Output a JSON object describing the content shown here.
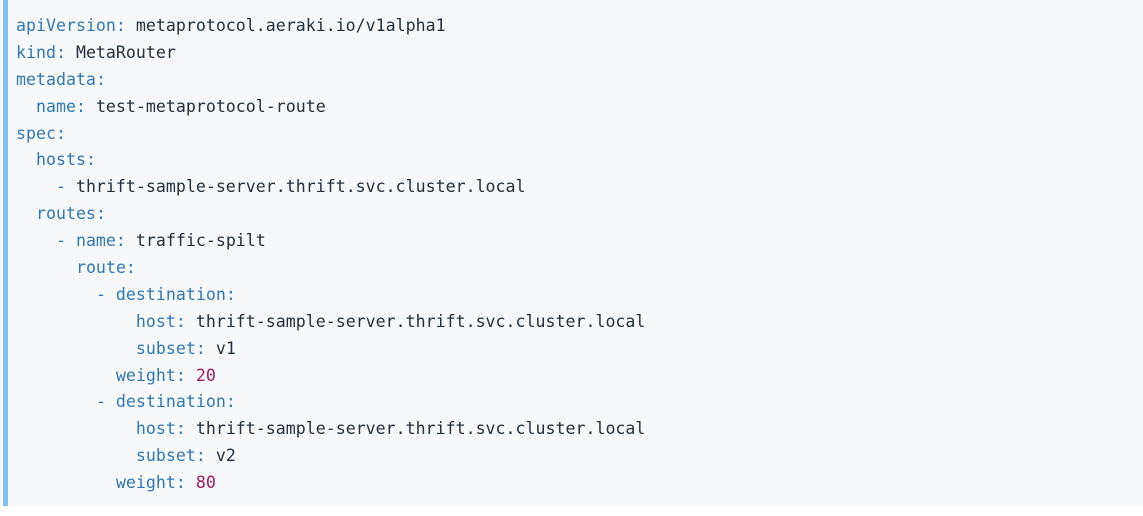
{
  "block": {
    "language": "yaml",
    "accent_color": "#80c2ef",
    "background_color": "#f6f8fa",
    "key_color": "#3178b4",
    "string_color": "#24303c",
    "number_color": "#9c2060"
  },
  "document": {
    "apiVersion": "metaprotocol.aeraki.io/v1alpha1",
    "kind": "MetaRouter",
    "metadata_name": "test-metaprotocol-route",
    "spec_hosts": [
      "thrift-sample-server.thrift.svc.cluster.local"
    ],
    "route_name": "traffic-spilt",
    "destinations": [
      {
        "host": "thrift-sample-server.thrift.svc.cluster.local",
        "subset": "v1",
        "weight": "20"
      },
      {
        "host": "thrift-sample-server.thrift.svc.cluster.local",
        "subset": "v2",
        "weight": "80"
      }
    ]
  },
  "lines": [
    {
      "id": "line-apiversion",
      "indent": "",
      "dash": "",
      "key": "apiVersion",
      "colon": ": ",
      "value": "metaprotocol.aeraki.io/v1alpha1",
      "value_kind": "string"
    },
    {
      "id": "line-kind",
      "indent": "",
      "dash": "",
      "key": "kind",
      "colon": ": ",
      "value": "MetaRouter",
      "value_kind": "string"
    },
    {
      "id": "line-metadata",
      "indent": "",
      "dash": "",
      "key": "metadata",
      "colon": ":",
      "value": "",
      "value_kind": "none"
    },
    {
      "id": "line-metadata-name",
      "indent": "  ",
      "dash": "",
      "key": "name",
      "colon": ": ",
      "value": "test-metaprotocol-route",
      "value_kind": "string"
    },
    {
      "id": "line-spec",
      "indent": "",
      "dash": "",
      "key": "spec",
      "colon": ":",
      "value": "",
      "value_kind": "none"
    },
    {
      "id": "line-hosts",
      "indent": "  ",
      "dash": "",
      "key": "hosts",
      "colon": ":",
      "value": "",
      "value_kind": "none"
    },
    {
      "id": "line-hosts-item-0",
      "indent": "    ",
      "dash": "- ",
      "key": "",
      "colon": "",
      "value": "thrift-sample-server.thrift.svc.cluster.local",
      "value_kind": "string"
    },
    {
      "id": "line-routes",
      "indent": "  ",
      "dash": "",
      "key": "routes",
      "colon": ":",
      "value": "",
      "value_kind": "none"
    },
    {
      "id": "line-route-name",
      "indent": "    ",
      "dash": "- ",
      "key": "name",
      "colon": ": ",
      "value": "traffic-spilt",
      "value_kind": "string"
    },
    {
      "id": "line-route",
      "indent": "      ",
      "dash": "",
      "key": "route",
      "colon": ":",
      "value": "",
      "value_kind": "none"
    },
    {
      "id": "line-destination-0",
      "indent": "        ",
      "dash": "- ",
      "key": "destination",
      "colon": ":",
      "value": "",
      "value_kind": "none"
    },
    {
      "id": "line-destination-0-host",
      "indent": "            ",
      "dash": "",
      "key": "host",
      "colon": ": ",
      "value": "thrift-sample-server.thrift.svc.cluster.local",
      "value_kind": "string"
    },
    {
      "id": "line-destination-0-subset",
      "indent": "            ",
      "dash": "",
      "key": "subset",
      "colon": ": ",
      "value": "v1",
      "value_kind": "string"
    },
    {
      "id": "line-destination-0-weight",
      "indent": "          ",
      "dash": "",
      "key": "weight",
      "colon": ": ",
      "value": "20",
      "value_kind": "number"
    },
    {
      "id": "line-destination-1",
      "indent": "        ",
      "dash": "- ",
      "key": "destination",
      "colon": ":",
      "value": "",
      "value_kind": "none"
    },
    {
      "id": "line-destination-1-host",
      "indent": "            ",
      "dash": "",
      "key": "host",
      "colon": ": ",
      "value": "thrift-sample-server.thrift.svc.cluster.local",
      "value_kind": "string"
    },
    {
      "id": "line-destination-1-subset",
      "indent": "            ",
      "dash": "",
      "key": "subset",
      "colon": ": ",
      "value": "v2",
      "value_kind": "string"
    },
    {
      "id": "line-destination-1-weight",
      "indent": "          ",
      "dash": "",
      "key": "weight",
      "colon": ": ",
      "value": "80",
      "value_kind": "number"
    }
  ]
}
